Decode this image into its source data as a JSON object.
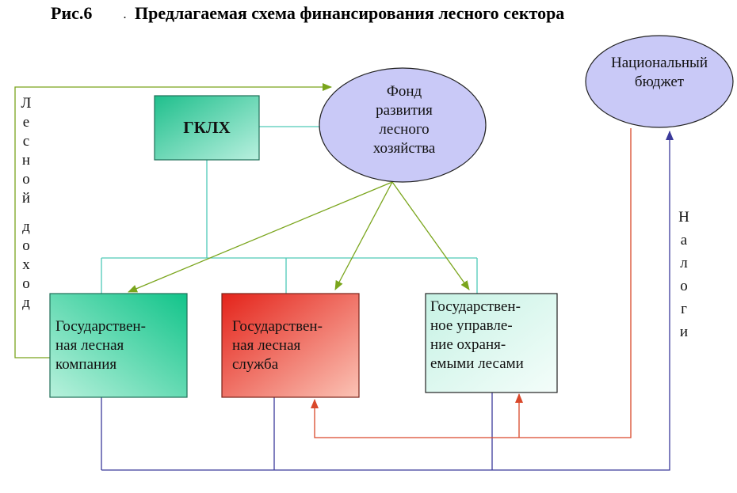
{
  "title": {
    "prefix": "Рис.6",
    "text": "Предлагаемая схема финансирования лесного сектора"
  },
  "nodes": {
    "gklh": "ГКЛХ",
    "fund": [
      "Фонд",
      "развития",
      "лесного",
      "хозяйства"
    ],
    "national_budget": [
      "Национальный",
      "бюджет"
    ],
    "state_forest_company": [
      "Государствен-",
      "ная лесная",
      "компания"
    ],
    "state_forest_service": [
      "Государствен-",
      "ная лесная",
      "служба"
    ],
    "state_protected_mgmt": [
      "Государствен-",
      "ное управле-",
      "ние охраня-",
      "емыми лесами"
    ]
  },
  "labels": {
    "forest_income": "Лесной доход",
    "taxes": "Налоги"
  },
  "colors": {
    "teal_line": "#4fc9b8",
    "green_arrow": "#7aa51c",
    "red_arrow": "#d9482a",
    "blue_line": "#3b3a9b",
    "ellipse_fill": "#c9c9f7",
    "teal_box": "#20c08e",
    "red_box": "#e8301f"
  }
}
